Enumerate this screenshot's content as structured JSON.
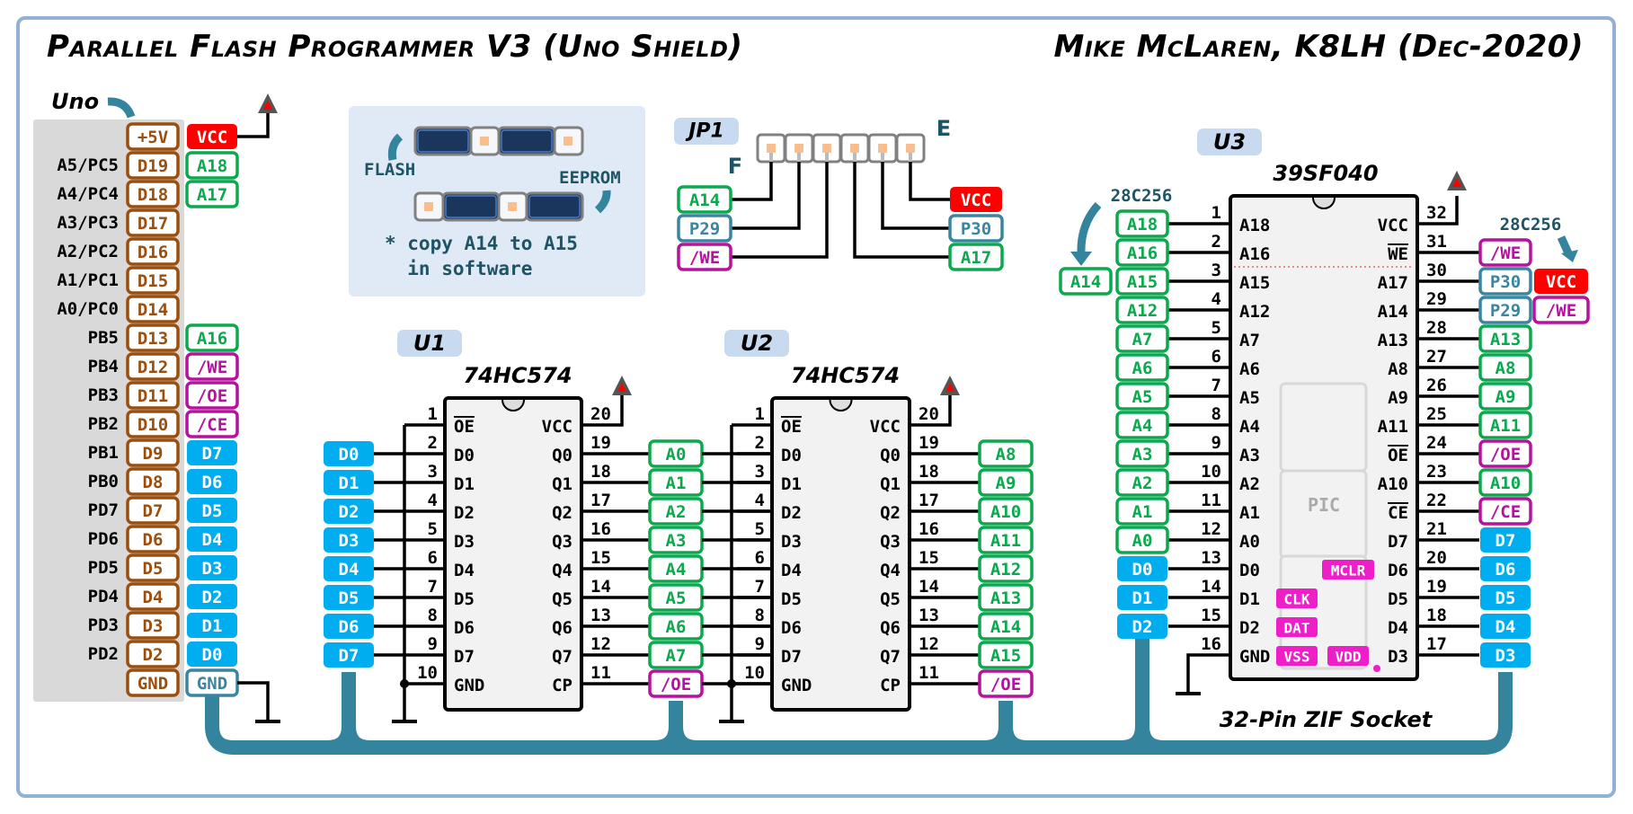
{
  "title_left": "Parallel Flash Programmer V3 (Uno Shield)",
  "author": "Mike McLaren, K8LH (Dec-2020)",
  "colors": {
    "arduino": "#9a4f0e",
    "address": "#0ca84e",
    "control": "#b5139e",
    "data": "#00aeef",
    "vcc": "#ff0000",
    "bus": "#33849c",
    "pin_special": "#3a86a0",
    "frame": "#93b1d6",
    "jumper_bg": "#e0eaf7",
    "chip_tag_bg": "#c8daf0",
    "pic_pin": "#ee1fc8"
  },
  "uno": {
    "label": "Uno",
    "rows": [
      {
        "port": "",
        "pin": "+5V",
        "signal": "VCC",
        "signal_type": "vcc"
      },
      {
        "port": "A5/PC5",
        "pin": "D19",
        "signal": "A18",
        "signal_type": "address"
      },
      {
        "port": "A4/PC4",
        "pin": "D18",
        "signal": "A17",
        "signal_type": "address"
      },
      {
        "port": "A3/PC3",
        "pin": "D17",
        "signal": "",
        "signal_type": ""
      },
      {
        "port": "A2/PC2",
        "pin": "D16",
        "signal": "",
        "signal_type": ""
      },
      {
        "port": "A1/PC1",
        "pin": "D15",
        "signal": "",
        "signal_type": ""
      },
      {
        "port": "A0/PC0",
        "pin": "D14",
        "signal": "",
        "signal_type": ""
      },
      {
        "port": "PB5",
        "pin": "D13",
        "signal": "A16",
        "signal_type": "address"
      },
      {
        "port": "PB4",
        "pin": "D12",
        "signal": "/WE",
        "signal_type": "control"
      },
      {
        "port": "PB3",
        "pin": "D11",
        "signal": "/OE",
        "signal_type": "control"
      },
      {
        "port": "PB2",
        "pin": "D10",
        "signal": "/CE",
        "signal_type": "control"
      },
      {
        "port": "PB1",
        "pin": "D9",
        "signal": "D7",
        "signal_type": "data"
      },
      {
        "port": "PB0",
        "pin": "D8",
        "signal": "D6",
        "signal_type": "data"
      },
      {
        "port": "PD7",
        "pin": "D7",
        "signal": "D5",
        "signal_type": "data"
      },
      {
        "port": "PD6",
        "pin": "D6",
        "signal": "D4",
        "signal_type": "data"
      },
      {
        "port": "PD5",
        "pin": "D5",
        "signal": "D3",
        "signal_type": "data"
      },
      {
        "port": "PD4",
        "pin": "D4",
        "signal": "D2",
        "signal_type": "data"
      },
      {
        "port": "PD3",
        "pin": "D3",
        "signal": "D1",
        "signal_type": "data"
      },
      {
        "port": "PD2",
        "pin": "D2",
        "signal": "D0",
        "signal_type": "data"
      },
      {
        "port": "",
        "pin": "GND",
        "signal": "GND",
        "signal_type": "gnd"
      }
    ]
  },
  "jumper_note": {
    "flash_label": "FLASH",
    "eeprom_label": "EEPROM",
    "note_line1": "* copy A14 to A15",
    "note_line2": "  in software"
  },
  "jp1": {
    "tag": "JP1",
    "f_label": "F",
    "e_label": "E",
    "left": [
      {
        "text": "A14",
        "type": "address"
      },
      {
        "text": "P29",
        "type": "special"
      },
      {
        "text": "/WE",
        "type": "control"
      }
    ],
    "right": [
      {
        "text": "VCC",
        "type": "vcc"
      },
      {
        "text": "P30",
        "type": "special"
      },
      {
        "text": "A17",
        "type": "address"
      }
    ]
  },
  "u1": {
    "tag": "U1",
    "part": "74HC574",
    "left_pins": [
      {
        "num": "1",
        "name": "OE",
        "overline": true
      },
      {
        "num": "2",
        "name": "D0"
      },
      {
        "num": "3",
        "name": "D1"
      },
      {
        "num": "4",
        "name": "D2"
      },
      {
        "num": "5",
        "name": "D3"
      },
      {
        "num": "6",
        "name": "D4"
      },
      {
        "num": "7",
        "name": "D5"
      },
      {
        "num": "8",
        "name": "D6"
      },
      {
        "num": "9",
        "name": "D7"
      },
      {
        "num": "10",
        "name": "GND"
      }
    ],
    "right_pins": [
      {
        "num": "20",
        "name": "VCC"
      },
      {
        "num": "19",
        "name": "Q0"
      },
      {
        "num": "18",
        "name": "Q1"
      },
      {
        "num": "17",
        "name": "Q2"
      },
      {
        "num": "16",
        "name": "Q3"
      },
      {
        "num": "15",
        "name": "Q4"
      },
      {
        "num": "14",
        "name": "Q5"
      },
      {
        "num": "13",
        "name": "Q6"
      },
      {
        "num": "12",
        "name": "Q7"
      },
      {
        "num": "11",
        "name": "CP"
      }
    ],
    "inputs": [
      "D0",
      "D1",
      "D2",
      "D3",
      "D4",
      "D5",
      "D6",
      "D7"
    ],
    "outputs": [
      {
        "text": "A0",
        "type": "address"
      },
      {
        "text": "A1",
        "type": "address"
      },
      {
        "text": "A2",
        "type": "address"
      },
      {
        "text": "A3",
        "type": "address"
      },
      {
        "text": "A4",
        "type": "address"
      },
      {
        "text": "A5",
        "type": "address"
      },
      {
        "text": "A6",
        "type": "address"
      },
      {
        "text": "A7",
        "type": "address"
      },
      {
        "text": "/OE",
        "type": "control"
      }
    ]
  },
  "u2": {
    "tag": "U2",
    "part": "74HC574",
    "left_pins": [
      {
        "num": "1",
        "name": "OE",
        "overline": true
      },
      {
        "num": "2",
        "name": "D0"
      },
      {
        "num": "3",
        "name": "D1"
      },
      {
        "num": "4",
        "name": "D2"
      },
      {
        "num": "5",
        "name": "D3"
      },
      {
        "num": "6",
        "name": "D4"
      },
      {
        "num": "7",
        "name": "D5"
      },
      {
        "num": "8",
        "name": "D6"
      },
      {
        "num": "9",
        "name": "D7"
      },
      {
        "num": "10",
        "name": "GND"
      }
    ],
    "right_pins": [
      {
        "num": "20",
        "name": "VCC"
      },
      {
        "num": "19",
        "name": "Q0"
      },
      {
        "num": "18",
        "name": "Q1"
      },
      {
        "num": "17",
        "name": "Q2"
      },
      {
        "num": "16",
        "name": "Q3"
      },
      {
        "num": "15",
        "name": "Q4"
      },
      {
        "num": "14",
        "name": "Q5"
      },
      {
        "num": "13",
        "name": "Q6"
      },
      {
        "num": "12",
        "name": "Q7"
      },
      {
        "num": "11",
        "name": "CP"
      }
    ],
    "outputs": [
      {
        "text": "A8",
        "type": "address"
      },
      {
        "text": "A9",
        "type": "address"
      },
      {
        "text": "A10",
        "type": "address"
      },
      {
        "text": "A11",
        "type": "address"
      },
      {
        "text": "A12",
        "type": "address"
      },
      {
        "text": "A13",
        "type": "address"
      },
      {
        "text": "A14",
        "type": "address"
      },
      {
        "text": "A15",
        "type": "address"
      },
      {
        "text": "/OE",
        "type": "control"
      }
    ]
  },
  "u3": {
    "tag": "U3",
    "part": "39SF040",
    "socket_label": "32-Pin ZIF Socket",
    "alt_label_left": "28C256",
    "alt_label_right": "28C256",
    "alt_left_signal": "A14",
    "left_pins": [
      {
        "num": "1",
        "name": "A18",
        "net": "A18",
        "type": "address"
      },
      {
        "num": "2",
        "name": "A16",
        "net": "A16",
        "type": "address"
      },
      {
        "num": "3",
        "name": "A15",
        "net": "A15",
        "type": "address"
      },
      {
        "num": "4",
        "name": "A12",
        "net": "A12",
        "type": "address"
      },
      {
        "num": "5",
        "name": "A7",
        "net": "A7",
        "type": "address"
      },
      {
        "num": "6",
        "name": "A6",
        "net": "A6",
        "type": "address"
      },
      {
        "num": "7",
        "name": "A5",
        "net": "A5",
        "type": "address"
      },
      {
        "num": "8",
        "name": "A4",
        "net": "A4",
        "type": "address"
      },
      {
        "num": "9",
        "name": "A3",
        "net": "A3",
        "type": "address"
      },
      {
        "num": "10",
        "name": "A2",
        "net": "A2",
        "type": "address"
      },
      {
        "num": "11",
        "name": "A1",
        "net": "A1",
        "type": "address"
      },
      {
        "num": "12",
        "name": "A0",
        "net": "A0",
        "type": "address"
      },
      {
        "num": "13",
        "name": "D0",
        "net": "D0",
        "type": "data"
      },
      {
        "num": "14",
        "name": "D1",
        "net": "D1",
        "type": "data"
      },
      {
        "num": "15",
        "name": "D2",
        "net": "D2",
        "type": "data"
      },
      {
        "num": "16",
        "name": "GND",
        "net": "",
        "type": "gnd"
      }
    ],
    "right_pins": [
      {
        "num": "32",
        "name": "VCC",
        "net": "",
        "type": "vcc"
      },
      {
        "num": "31",
        "name": "WE",
        "overline": true,
        "net": "/WE",
        "type": "control"
      },
      {
        "num": "30",
        "name": "A17",
        "net": "P30",
        "type": "special",
        "alt": "VCC",
        "alt_type": "vcc"
      },
      {
        "num": "29",
        "name": "A14",
        "net": "P29",
        "type": "special",
        "alt": "/WE",
        "alt_type": "control"
      },
      {
        "num": "28",
        "name": "A13",
        "net": "A13",
        "type": "address"
      },
      {
        "num": "27",
        "name": "A8",
        "net": "A8",
        "type": "address"
      },
      {
        "num": "26",
        "name": "A9",
        "net": "A9",
        "type": "address"
      },
      {
        "num": "25",
        "name": "A11",
        "net": "A11",
        "type": "address"
      },
      {
        "num": "24",
        "name": "OE",
        "overline": true,
        "net": "/OE",
        "type": "control"
      },
      {
        "num": "23",
        "name": "A10",
        "net": "A10",
        "type": "address"
      },
      {
        "num": "22",
        "name": "CE",
        "overline": true,
        "net": "/CE",
        "type": "control"
      },
      {
        "num": "21",
        "name": "D7",
        "net": "D7",
        "type": "data"
      },
      {
        "num": "20",
        "name": "D6",
        "net": "D6",
        "type": "data"
      },
      {
        "num": "19",
        "name": "D5",
        "net": "D5",
        "type": "data"
      },
      {
        "num": "18",
        "name": "D4",
        "net": "D4",
        "type": "data"
      },
      {
        "num": "17",
        "name": "D3",
        "net": "D3",
        "type": "data"
      }
    ],
    "pic": {
      "label": "PIC",
      "pins": [
        "MCLR",
        "CLK",
        "DAT",
        "VSS",
        "VDD"
      ]
    }
  }
}
